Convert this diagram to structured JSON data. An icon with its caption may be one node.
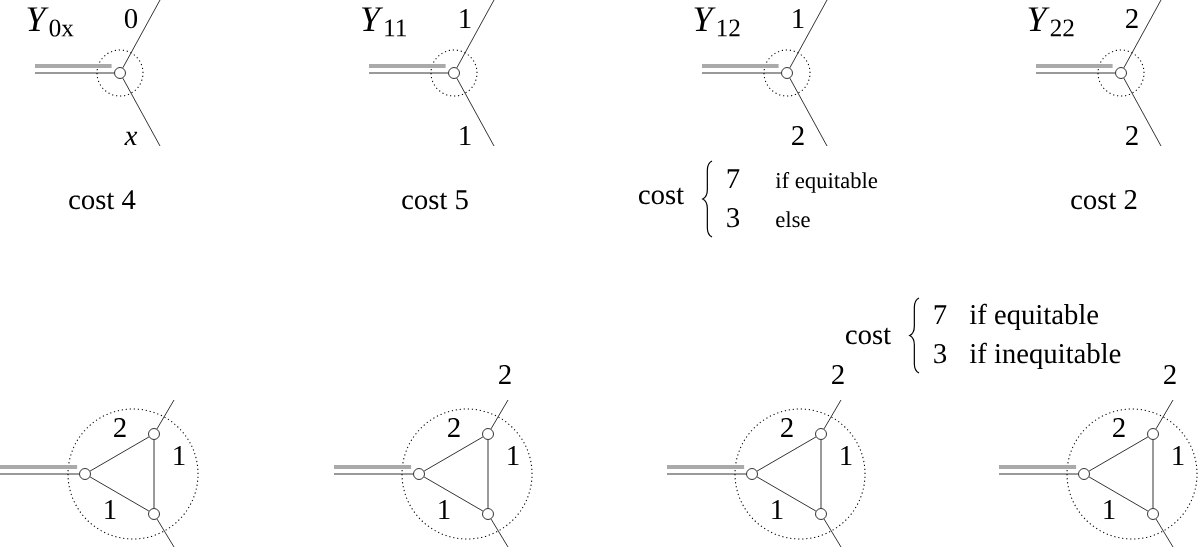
{
  "diagram": {
    "nodes": [
      {
        "text": [],
        "shape": "circle"
      },
      {
        "text": [],
        "shape": "circle",
        "in": 0
      },
      {
        "text": [],
        "shape": "circle"
      },
      {
        "text": [],
        "shape": "circle",
        "in": 2
      },
      {
        "text": [],
        "shape": "circle"
      },
      {
        "text": [],
        "shape": "circle",
        "in": 4
      },
      {
        "text": [],
        "shape": "circle"
      },
      {
        "text": [],
        "shape": "circle",
        "in": 6
      },
      {
        "text": [],
        "shape": "circle"
      },
      {
        "text": [],
        "shape": "circle",
        "in": 8
      },
      {
        "text": [],
        "shape": "circle",
        "in": 8
      },
      {
        "text": [],
        "shape": "circle",
        "in": 8
      },
      {
        "text": [],
        "shape": "circle"
      },
      {
        "text": [],
        "shape": "circle",
        "in": 12
      },
      {
        "text": [],
        "shape": "circle",
        "in": 12
      },
      {
        "text": [],
        "shape": "circle",
        "in": 12
      },
      {
        "text": [],
        "shape": "circle"
      },
      {
        "text": [],
        "shape": "circle",
        "in": 16
      },
      {
        "text": [],
        "shape": "circle",
        "in": 16
      },
      {
        "text": [],
        "shape": "circle",
        "in": 16
      },
      {
        "text": [],
        "shape": "circle"
      },
      {
        "text": [],
        "shape": "circle",
        "in": 20
      },
      {
        "text": [],
        "shape": "circle",
        "in": 20
      },
      {
        "text": [],
        "shape": "circle",
        "in": 20
      }
    ],
    "edges": [
      {
        "from": null,
        "to": 1,
        "arrow": "none"
      },
      {
        "from": null,
        "to": 1,
        "arrow": "none",
        "style": "thick",
        "color": "#aaaaaa"
      },
      {
        "from": 1,
        "to": null,
        "arrow": "none",
        "label": "0"
      },
      {
        "from": 1,
        "to": null,
        "arrow": "none",
        "label": "x"
      },
      {
        "from": null,
        "to": 3,
        "arrow": "none"
      },
      {
        "from": null,
        "to": 3,
        "arrow": "none",
        "style": "thick",
        "color": "#aaaaaa"
      },
      {
        "from": 3,
        "to": null,
        "arrow": "none",
        "label": "1"
      },
      {
        "from": 3,
        "to": null,
        "arrow": "none",
        "label": "1"
      },
      {
        "from": null,
        "to": 5,
        "arrow": "none"
      },
      {
        "from": null,
        "to": 5,
        "arrow": "none",
        "style": "thick",
        "color": "#aaaaaa"
      },
      {
        "from": 5,
        "to": null,
        "arrow": "none",
        "label": "1"
      },
      {
        "from": 5,
        "to": null,
        "arrow": "none",
        "label": "2"
      },
      {
        "from": null,
        "to": 7,
        "arrow": "none"
      },
      {
        "from": null,
        "to": 7,
        "arrow": "none",
        "style": "thick",
        "color": "#aaaaaa"
      },
      {
        "from": 7,
        "to": null,
        "arrow": "none",
        "label": "2"
      },
      {
        "from": 7,
        "to": null,
        "arrow": "none",
        "label": "2"
      },
      {
        "from": null,
        "to": 9,
        "arrow": "none"
      },
      {
        "from": null,
        "to": 9,
        "arrow": "none",
        "style": "thick",
        "color": "#aaaaaa"
      },
      {
        "from": 9,
        "to": 10,
        "arrow": "none",
        "label": "2"
      },
      {
        "from": 9,
        "to": 11,
        "arrow": "none",
        "label": "1"
      },
      {
        "from": 10,
        "to": 11,
        "arrow": "none",
        "label": "1"
      },
      {
        "from": 10,
        "to": null,
        "arrow": "none"
      },
      {
        "from": 11,
        "to": null,
        "arrow": "none"
      },
      {
        "from": null,
        "to": 13,
        "arrow": "none"
      },
      {
        "from": null,
        "to": 13,
        "arrow": "none",
        "style": "thick",
        "color": "#aaaaaa"
      },
      {
        "from": 13,
        "to": 14,
        "arrow": "none",
        "label": "2"
      },
      {
        "from": 13,
        "to": 15,
        "arrow": "none",
        "label": "1"
      },
      {
        "from": 14,
        "to": 15,
        "arrow": "none",
        "label": "1"
      },
      {
        "from": 14,
        "to": null,
        "arrow": "none",
        "label": "2"
      },
      {
        "from": 15,
        "to": null,
        "arrow": "none"
      },
      {
        "from": null,
        "to": 17,
        "arrow": "none"
      },
      {
        "from": null,
        "to": 17,
        "arrow": "none",
        "style": "thick",
        "color": "#aaaaaa"
      },
      {
        "from": 17,
        "to": 18,
        "arrow": "none",
        "label": "2"
      },
      {
        "from": 17,
        "to": 19,
        "arrow": "none",
        "label": "1"
      },
      {
        "from": 18,
        "to": 19,
        "arrow": "none",
        "label": "1"
      },
      {
        "from": 18,
        "to": null,
        "arrow": "none",
        "label": "2"
      },
      {
        "from": 19,
        "to": null,
        "arrow": "none"
      },
      {
        "from": null,
        "to": 21,
        "arrow": "none"
      },
      {
        "from": null,
        "to": 21,
        "arrow": "none",
        "style": "thick",
        "color": "#aaaaaa"
      },
      {
        "from": 21,
        "to": 22,
        "arrow": "none",
        "label": "2"
      },
      {
        "from": 21,
        "to": 23,
        "arrow": "none",
        "label": "1"
      },
      {
        "from": 22,
        "to": 23,
        "arrow": "none",
        "label": "1"
      },
      {
        "from": 22,
        "to": null,
        "arrow": "none",
        "label": "2"
      },
      {
        "from": 23,
        "to": null,
        "arrow": "none"
      }
    ],
    "labels": [
      "*Y*$_{0x}$",
      "*Y*$_{11}$",
      "*Y*$_{12}$",
      "*Y*$_{22}$",
      "cost 4",
      "cost 5",
      "cost",
      "7",
      "if equitable",
      "3",
      "else",
      "cost 2",
      "cost",
      "7",
      "if equitable",
      "3",
      "if inequitable"
    ]
  }
}
